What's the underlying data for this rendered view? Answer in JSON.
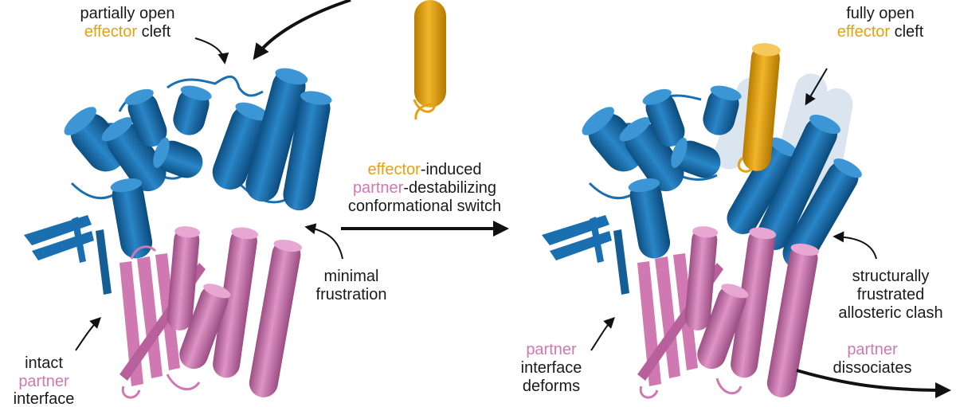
{
  "colors": {
    "effector": "#e3a20f",
    "protein": "#1a6fb0",
    "partner": "#cf78b2",
    "text": "#1a1a1a"
  },
  "labels": {
    "left_top": {
      "line1": "partially open",
      "line2_word": "effector",
      "line2_rest": " cleft"
    },
    "left_bottom": {
      "line1": "intact",
      "line2": "partner",
      "line3": "interface"
    },
    "minimal": {
      "line1": "minimal",
      "line2": "frustration"
    },
    "center": {
      "line1_word": "effector",
      "line1_rest": "-induced",
      "line2_word": "partner",
      "line2_rest": "-destabilizing",
      "line3": "conformational switch"
    },
    "right_top": {
      "line1": "fully open",
      "line2_word": "effector",
      "line2_rest": " cleft"
    },
    "right_mid": {
      "line1": "structurally",
      "line2": "frustrated",
      "line3": "allosteric clash"
    },
    "right_bottom_left": {
      "line1": "partner",
      "line2": "interface",
      "line3": "deforms"
    },
    "right_bottom_right": {
      "line1": "partner",
      "line2": "dissociates"
    }
  }
}
